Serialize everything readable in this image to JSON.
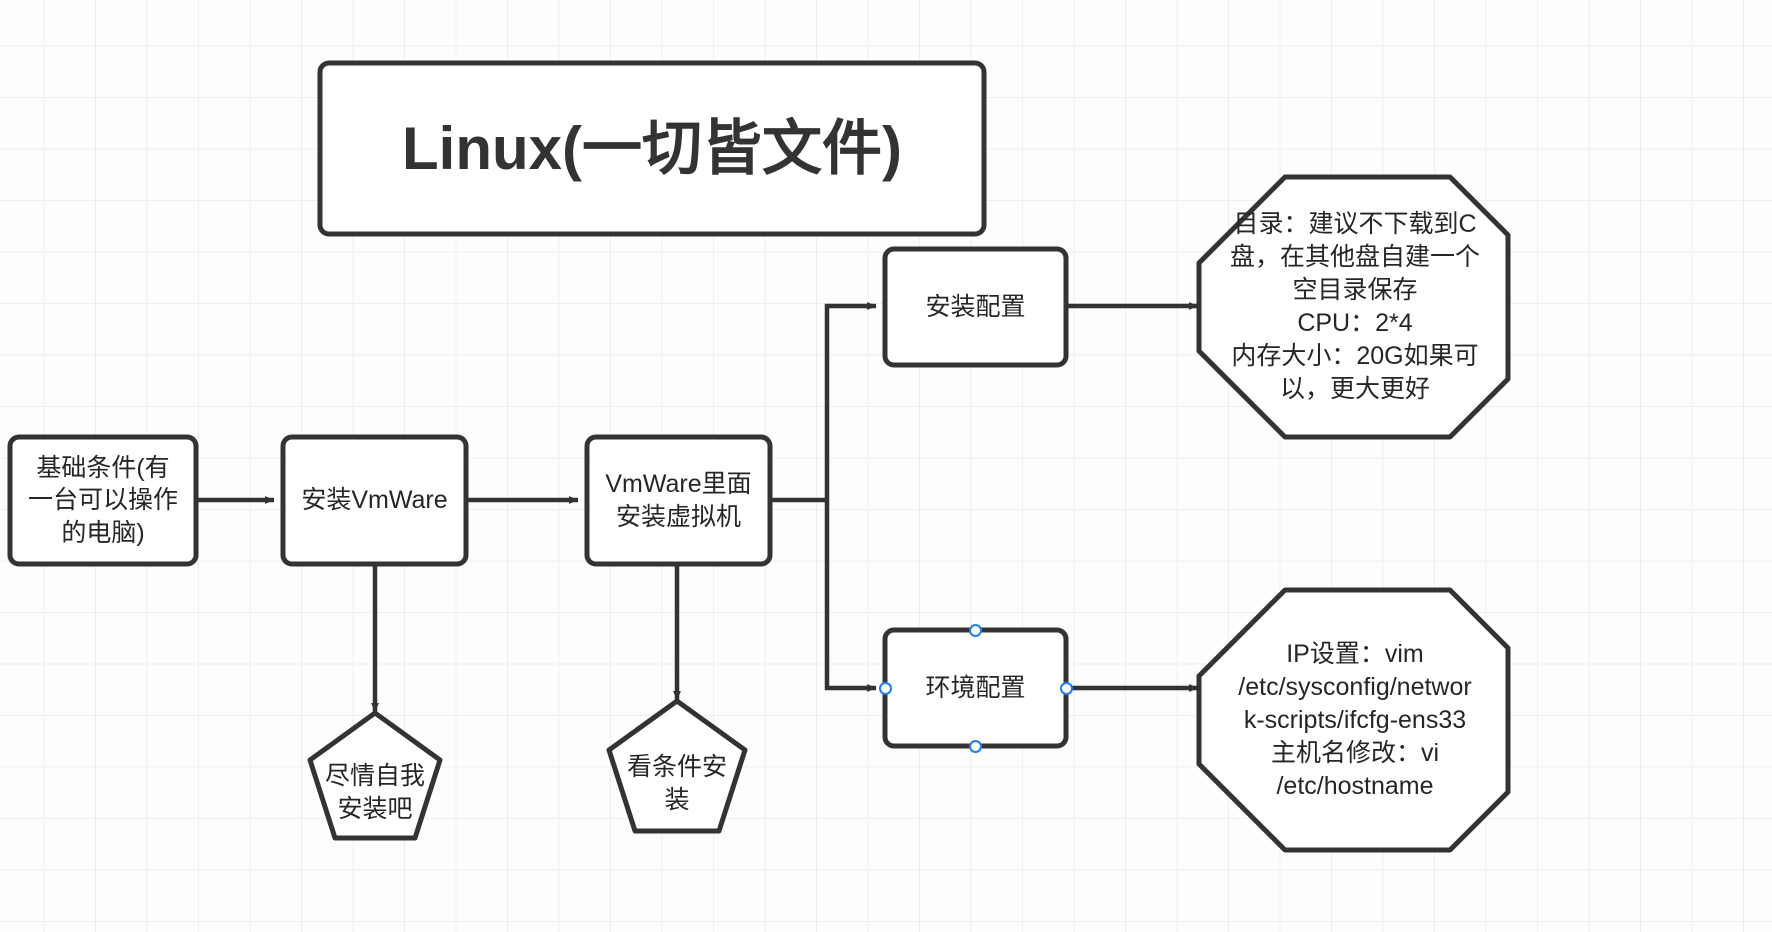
{
  "diagram": {
    "type": "flowchart",
    "title_node": {
      "text": "Linux(一切皆文件)",
      "shape": "rounded-rect"
    },
    "nodes": [
      {
        "id": "base",
        "text": "基础条件(有\n一台可以操作\n的电脑)",
        "shape": "rounded-rect"
      },
      {
        "id": "install_vmware",
        "text": "安装VmWare",
        "shape": "rounded-rect"
      },
      {
        "id": "install_vm",
        "text": "VmWare里面\n安装虚拟机",
        "shape": "rounded-rect"
      },
      {
        "id": "install_config",
        "text": "安装配置",
        "shape": "rounded-rect"
      },
      {
        "id": "env_config",
        "text": "环境配置",
        "shape": "rounded-rect",
        "selected": true
      },
      {
        "id": "pentagon_self",
        "text": "尽情自我\n安装吧",
        "shape": "pentagon"
      },
      {
        "id": "pentagon_cond",
        "text": "看条件安\n装",
        "shape": "pentagon"
      },
      {
        "id": "oct_install",
        "text": "目录：建议不下载到C\n盘，在其他盘自建一个\n空目录保存\nCPU：2*4\n内存大小：20G如果可\n以，更大更好",
        "shape": "octagon"
      },
      {
        "id": "oct_env",
        "text": "IP设置：vim\n/etc/sysconfig/networ\nk-scripts/ifcfg-ens33\n主机名修改：vi\n/etc/hostname",
        "shape": "octagon"
      }
    ],
    "edges": [
      {
        "from": "base",
        "to": "install_vmware"
      },
      {
        "from": "install_vmware",
        "to": "install_vm"
      },
      {
        "from": "install_vmware",
        "to": "pentagon_self"
      },
      {
        "from": "install_vm",
        "to": "pentagon_cond"
      },
      {
        "from": "install_vm",
        "to": "install_config"
      },
      {
        "from": "install_vm",
        "to": "env_config"
      },
      {
        "from": "install_config",
        "to": "oct_install"
      },
      {
        "from": "env_config",
        "to": "oct_env"
      }
    ],
    "colors": {
      "stroke": "#333333",
      "fill": "#ffffff",
      "text": "#262626",
      "grid": "#eeeeee",
      "selection_handle": "#1f7df7"
    }
  }
}
